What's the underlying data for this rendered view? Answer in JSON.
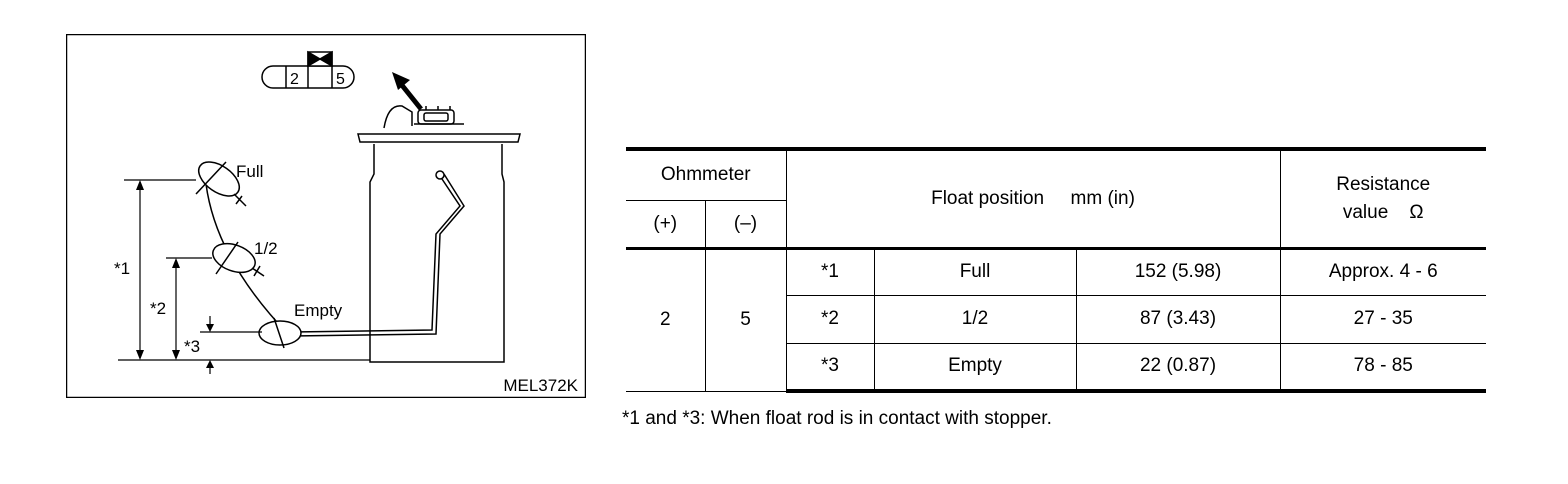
{
  "diagram": {
    "figure_id": "MEL372K",
    "connector": {
      "left_terminal": "2",
      "right_terminal": "5"
    },
    "positions": [
      {
        "label": "Full",
        "marker": "*1"
      },
      {
        "label": "1/2",
        "marker": "*2"
      },
      {
        "label": "Empty",
        "marker": "*3"
      }
    ]
  },
  "table": {
    "headers": {
      "ohmmeter": "Ohmmeter",
      "plus": "(+)",
      "minus": "(–)",
      "float_position": "Float position",
      "float_unit": "mm (in)",
      "resistance_line1": "Resistance",
      "resistance_line2": "value",
      "resistance_unit": "Ω"
    },
    "terminal_plus": "2",
    "terminal_minus": "5",
    "rows": [
      {
        "marker": "*1",
        "position": "Full",
        "distance": "152 (5.98)",
        "resistance": "Approx. 4 - 6"
      },
      {
        "marker": "*2",
        "position": "1/2",
        "distance": "87 (3.43)",
        "resistance": "27 - 35"
      },
      {
        "marker": "*3",
        "position": "Empty",
        "distance": "22 (0.87)",
        "resistance": "78 - 85"
      }
    ]
  },
  "footnote": "*1 and *3: When float rod is in contact with stopper."
}
